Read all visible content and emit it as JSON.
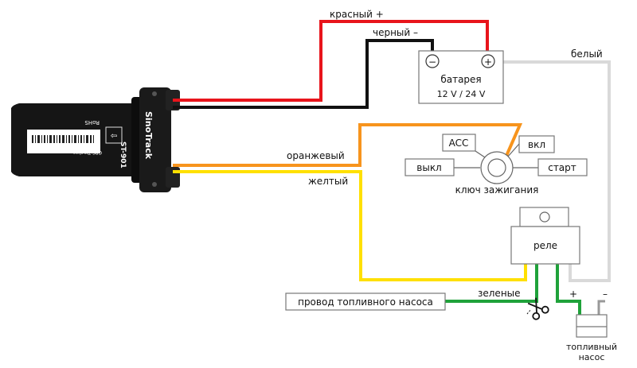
{
  "wires": {
    "red_label": "красный +",
    "black_label": "черный –",
    "white_label": "белый",
    "orange_label": "оранжевый",
    "yellow_label": "желтый",
    "green_label": "зеленые"
  },
  "battery": {
    "title": "батарея",
    "voltage": "12 V / 24 V",
    "minus_symbol": "−",
    "plus_symbol": "+"
  },
  "ignition": {
    "title": "ключ зажигания",
    "positions": {
      "acc": "ACC",
      "on": "вкл",
      "off": "выкл",
      "start": "старт"
    }
  },
  "relay": {
    "label": "реле"
  },
  "fuel_pump": {
    "wire_label": "провод топливного насоса",
    "title_line1": "топливный",
    "title_line2": "насос",
    "plus_symbol": "+",
    "minus_symbol": "–"
  },
  "tracker": {
    "brand": "SinoTrack",
    "model": "ST-901",
    "subtitle": "GPS Tracker",
    "id_label": "ID:",
    "rohs": "RoHS"
  },
  "colors": {
    "red": "#e8141b",
    "black": "#111111",
    "white_wire": "#d9d9d9",
    "orange": "#f7941d",
    "yellow": "#ffe000",
    "green": "#1fa23a",
    "box_border": "#777777"
  },
  "icons": [
    "scissors-icon",
    "circle-knob-icon",
    "minus-terminal-icon",
    "plus-terminal-icon"
  ]
}
